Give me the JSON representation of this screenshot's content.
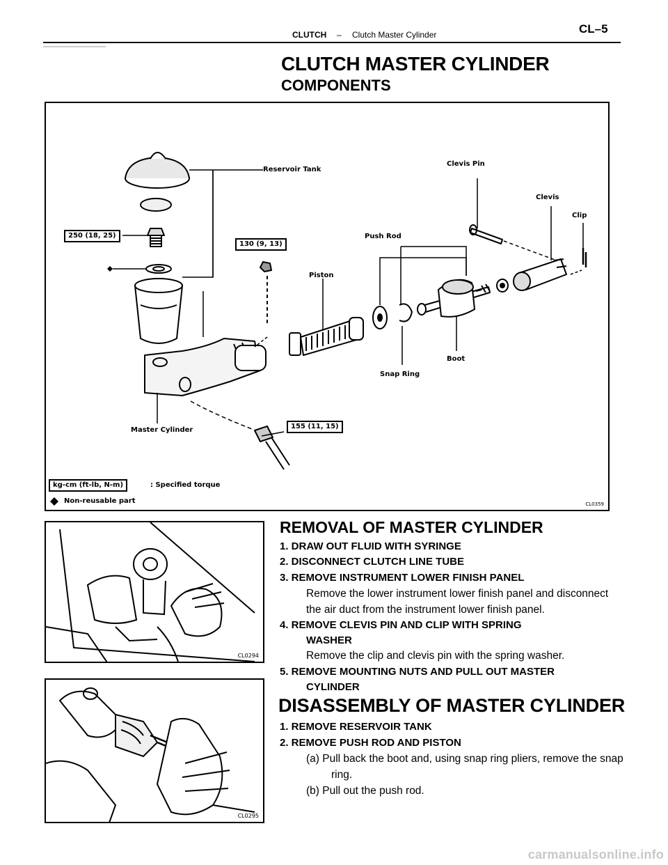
{
  "header": {
    "section": "CLUTCH",
    "separator": "–",
    "subsection": "Clutch Master Cylinder",
    "page": "CL–5"
  },
  "title": "CLUTCH MASTER CYLINDER",
  "subtitle": "COMPONENTS",
  "figure": {
    "labels": {
      "reservoir_tank": "Reservoir Tank",
      "clevis_pin": "Clevis Pin",
      "clevis": "Clevis",
      "clip": "Clip",
      "push_rod": "Push Rod",
      "piston": "Piston",
      "snap_ring": "Snap Ring",
      "boot": "Boot",
      "master_cylinder": "Master Cylinder"
    },
    "torques": {
      "t250": "250 (18, 25)",
      "t130": "130 (9, 13)",
      "t155": "155 (11, 15)"
    },
    "legend": {
      "unit_box": "kg-cm (ft-lb, N-m)",
      "unit_desc": ": Specified torque",
      "nonreusable": "Non-reusable part"
    },
    "code": "CL0359"
  },
  "photo1": {
    "code": "CL0294"
  },
  "photo2": {
    "code": "CL0295"
  },
  "removal": {
    "heading": "REMOVAL OF MASTER CYLINDER",
    "step1": "1. DRAW OUT FLUID WITH SYRINGE",
    "step2": "2. DISCONNECT CLUTCH LINE TUBE",
    "step3": "3. REMOVE INSTRUMENT LOWER FINISH PANEL",
    "step3_body1": "Remove the lower instrument lower finish panel and disconnect",
    "step3_body2": "the air duct from the instrument lower finish panel.",
    "step4_line1": "4. REMOVE CLEVIS PIN AND CLIP WITH SPRING",
    "step4_line2": "WASHER",
    "step4_body": "Remove the clip and clevis pin with the spring washer.",
    "step5_line1": "5. REMOVE MOUNTING NUTS AND PULL OUT MASTER",
    "step5_line2": "CYLINDER"
  },
  "disassembly": {
    "heading": "DISASSEMBLY OF MASTER CYLINDER",
    "step1": "1. REMOVE RESERVOIR TANK",
    "step2": "2. REMOVE PUSH ROD AND PISTON",
    "a_line1": "(a) Pull back the boot and, using snap ring pliers, remove the snap",
    "a_line2": "ring.",
    "b": "(b) Pull out the push rod."
  },
  "watermark": "carmanualsonline.info"
}
